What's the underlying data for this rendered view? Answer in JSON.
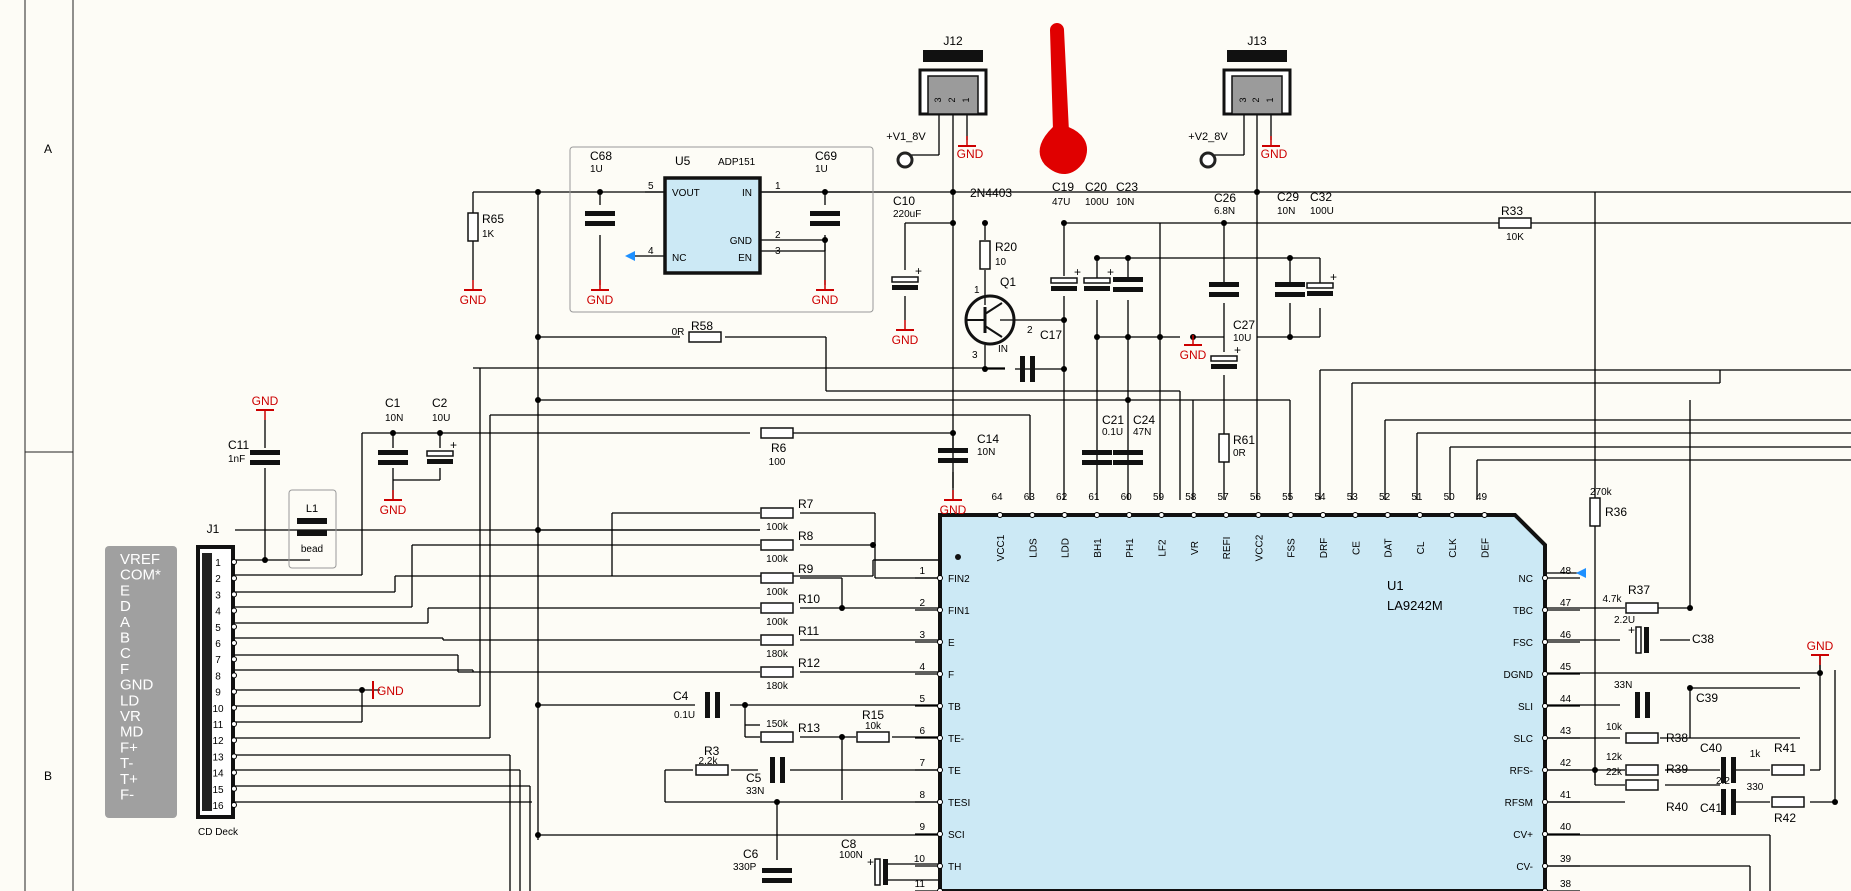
{
  "colors": {
    "background": "#fdfcf6",
    "wire": "#000000",
    "ground": "#cc0000",
    "chip_fill": "#cce9f5",
    "connector_label_bg": "#a0a0a0",
    "marker": "#e00000",
    "nc_arrow": "#1e90ff"
  },
  "frame": {
    "rows": [
      "A",
      "B"
    ]
  },
  "connectors": [
    {
      "ref": "J12",
      "pins": [
        "3",
        "2",
        "1"
      ],
      "supply": "+V1_8V",
      "gnd": "GND"
    },
    {
      "ref": "J13",
      "pins": [
        "3",
        "2",
        "1"
      ],
      "supply": "+V2_8V",
      "gnd": "GND"
    }
  ],
  "j1": {
    "ref": "J1",
    "footer": "CD Deck",
    "signals": [
      "VREF",
      "COM*",
      "E",
      "D",
      "A",
      "B",
      "C",
      "F",
      "GND",
      "LD",
      "VR",
      "MD",
      "F+",
      "T-",
      "T+",
      "F-"
    ],
    "pins": [
      "1",
      "2",
      "3",
      "4",
      "5",
      "6",
      "7",
      "8",
      "9",
      "10",
      "11",
      "12",
      "13",
      "14",
      "15",
      "16"
    ]
  },
  "u5": {
    "ref": "U5",
    "part": "ADP151",
    "pins": [
      {
        "name": "VOUT",
        "num": "5"
      },
      {
        "name": "NC",
        "num": "4"
      },
      {
        "name": "IN",
        "num": "1"
      },
      {
        "name": "GND",
        "num": "2"
      },
      {
        "name": "EN",
        "num": "3"
      }
    ]
  },
  "q1": {
    "ref": "Q1",
    "part": "2N4403",
    "pins": [
      "1",
      "2",
      "3"
    ],
    "extra": "IN"
  },
  "u1": {
    "ref": "U1",
    "part": "LA9242M",
    "left_pins": [
      {
        "num": "1",
        "name": "FIN2"
      },
      {
        "num": "2",
        "name": "FIN1"
      },
      {
        "num": "3",
        "name": "E"
      },
      {
        "num": "4",
        "name": "F"
      },
      {
        "num": "5",
        "name": "TB"
      },
      {
        "num": "6",
        "name": "TE-"
      },
      {
        "num": "7",
        "name": "TE"
      },
      {
        "num": "8",
        "name": "TESI"
      },
      {
        "num": "9",
        "name": "SCI"
      },
      {
        "num": "10",
        "name": "TH"
      },
      {
        "num": "11",
        "name": ""
      }
    ],
    "top_pins": [
      {
        "num": "64",
        "name": "VCC1"
      },
      {
        "num": "63",
        "name": "LDS"
      },
      {
        "num": "62",
        "name": "LDD"
      },
      {
        "num": "61",
        "name": "BH1"
      },
      {
        "num": "60",
        "name": "PH1"
      },
      {
        "num": "59",
        "name": "LF2"
      },
      {
        "num": "58",
        "name": "VR"
      },
      {
        "num": "57",
        "name": "REFI"
      },
      {
        "num": "56",
        "name": "VCC2"
      },
      {
        "num": "55",
        "name": "FSS"
      },
      {
        "num": "54",
        "name": "DRF"
      },
      {
        "num": "53",
        "name": "CE"
      },
      {
        "num": "52",
        "name": "DAT"
      },
      {
        "num": "51",
        "name": "CL"
      },
      {
        "num": "50",
        "name": "CLK"
      },
      {
        "num": "49",
        "name": "DEF"
      }
    ],
    "right_pins": [
      {
        "num": "48",
        "name": "NC"
      },
      {
        "num": "47",
        "name": "TBC"
      },
      {
        "num": "46",
        "name": "FSC"
      },
      {
        "num": "45",
        "name": "DGND"
      },
      {
        "num": "44",
        "name": "SLI"
      },
      {
        "num": "43",
        "name": "SLC"
      },
      {
        "num": "42",
        "name": "RFS-"
      },
      {
        "num": "41",
        "name": "RFSM"
      },
      {
        "num": "40",
        "name": "CV+"
      },
      {
        "num": "39",
        "name": "CV-"
      },
      {
        "num": "38",
        "name": ""
      }
    ]
  },
  "parts": {
    "C68": {
      "ref": "C68",
      "value": "1U"
    },
    "C69": {
      "ref": "C69",
      "value": "1U"
    },
    "R65": {
      "ref": "R65",
      "value": "1K"
    },
    "C10": {
      "ref": "C10",
      "value": "220uF"
    },
    "C19": {
      "ref": "C19",
      "value": "47U"
    },
    "C20": {
      "ref": "C20",
      "value": "100U"
    },
    "C23": {
      "ref": "C23",
      "value": "10N"
    },
    "C26": {
      "ref": "C26",
      "value": "6.8N"
    },
    "C29": {
      "ref": "C29",
      "value": "10N"
    },
    "C32": {
      "ref": "C32",
      "value": "100U"
    },
    "R33": {
      "ref": "R33",
      "value": "10K"
    },
    "R20": {
      "ref": "R20",
      "value": "10"
    },
    "C17": {
      "ref": "C17",
      "value": ""
    },
    "C27": {
      "ref": "C27",
      "value": "10U"
    },
    "R58": {
      "ref": "R58",
      "value": "0R"
    },
    "C1": {
      "ref": "C1",
      "value": "10N"
    },
    "C2": {
      "ref": "C2",
      "value": "10U"
    },
    "C11": {
      "ref": "C11",
      "value": "1nF"
    },
    "L1": {
      "ref": "L1",
      "value": "bead"
    },
    "R6": {
      "ref": "R6",
      "value": "100"
    },
    "C14": {
      "ref": "C14",
      "value": "10N"
    },
    "C21": {
      "ref": "C21",
      "value": "0.1U"
    },
    "C24": {
      "ref": "C24",
      "value": "47N"
    },
    "R61": {
      "ref": "R61",
      "value": "0R"
    },
    "R7": {
      "ref": "R7",
      "value": "100k"
    },
    "R8": {
      "ref": "R8",
      "value": "100k"
    },
    "R9": {
      "ref": "R9",
      "value": "100k"
    },
    "R10": {
      "ref": "R10",
      "value": "100k"
    },
    "R11": {
      "ref": "R11",
      "value": "180k"
    },
    "R12": {
      "ref": "R12",
      "value": "180k"
    },
    "C4": {
      "ref": "C4",
      "value": "0.1U"
    },
    "R13": {
      "ref": "R13",
      "value": "150k"
    },
    "R15": {
      "ref": "R15",
      "value": "10k"
    },
    "R3": {
      "ref": "R3",
      "value": "2.2k"
    },
    "C5": {
      "ref": "C5",
      "value": "33N"
    },
    "C6": {
      "ref": "C6",
      "value": "330P"
    },
    "C8": {
      "ref": "C8",
      "value": "100N"
    },
    "R36": {
      "ref": "R36",
      "value": "270k"
    },
    "R37": {
      "ref": "R37",
      "value": "4.7k"
    },
    "C38": {
      "ref": "C38",
      "value": "2.2U"
    },
    "C39": {
      "ref": "C39",
      "value": "33N"
    },
    "R38": {
      "ref": "R38",
      "value": "10k"
    },
    "R39": {
      "ref": "R39",
      "value": "12k"
    },
    "R40": {
      "ref": "R40",
      "value": "22k"
    },
    "C40": {
      "ref": "C40",
      "value": "2.2"
    },
    "C41": {
      "ref": "C41",
      "value": ""
    },
    "R41": {
      "ref": "R41",
      "value": "1k"
    },
    "R42": {
      "ref": "R42",
      "value": "330"
    }
  },
  "gnd_label": "GND"
}
